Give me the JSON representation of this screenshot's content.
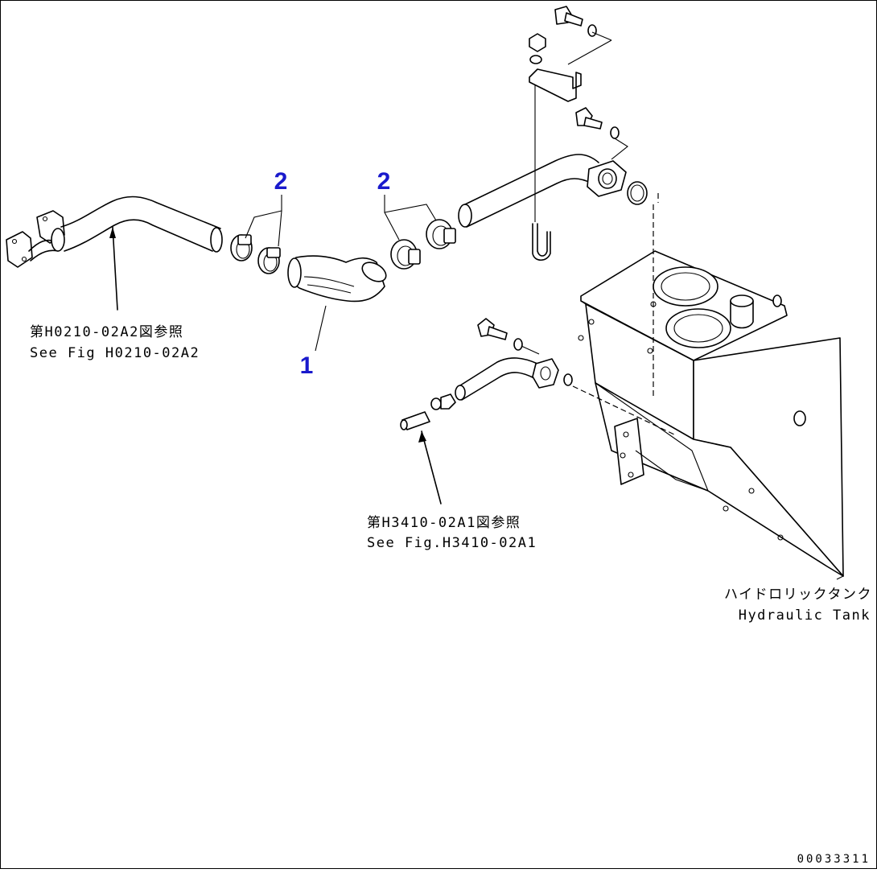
{
  "callouts": {
    "hose": "1",
    "clamps_left": "2",
    "clamps_right": "2"
  },
  "references": {
    "upper": {
      "jp": "第H0210-02A2図参照",
      "en": "See Fig H0210-02A2"
    },
    "lower": {
      "jp": "第H3410-02A1図参照",
      "en": "See Fig.H3410-02A1"
    }
  },
  "component_labels": {
    "tank_jp": "ハイドロリックタンク",
    "tank_en": "Hydraulic Tank"
  },
  "drawing_number": "00033311",
  "colors": {
    "callout": "#1a1acc",
    "line": "#000000",
    "background": "#ffffff"
  }
}
